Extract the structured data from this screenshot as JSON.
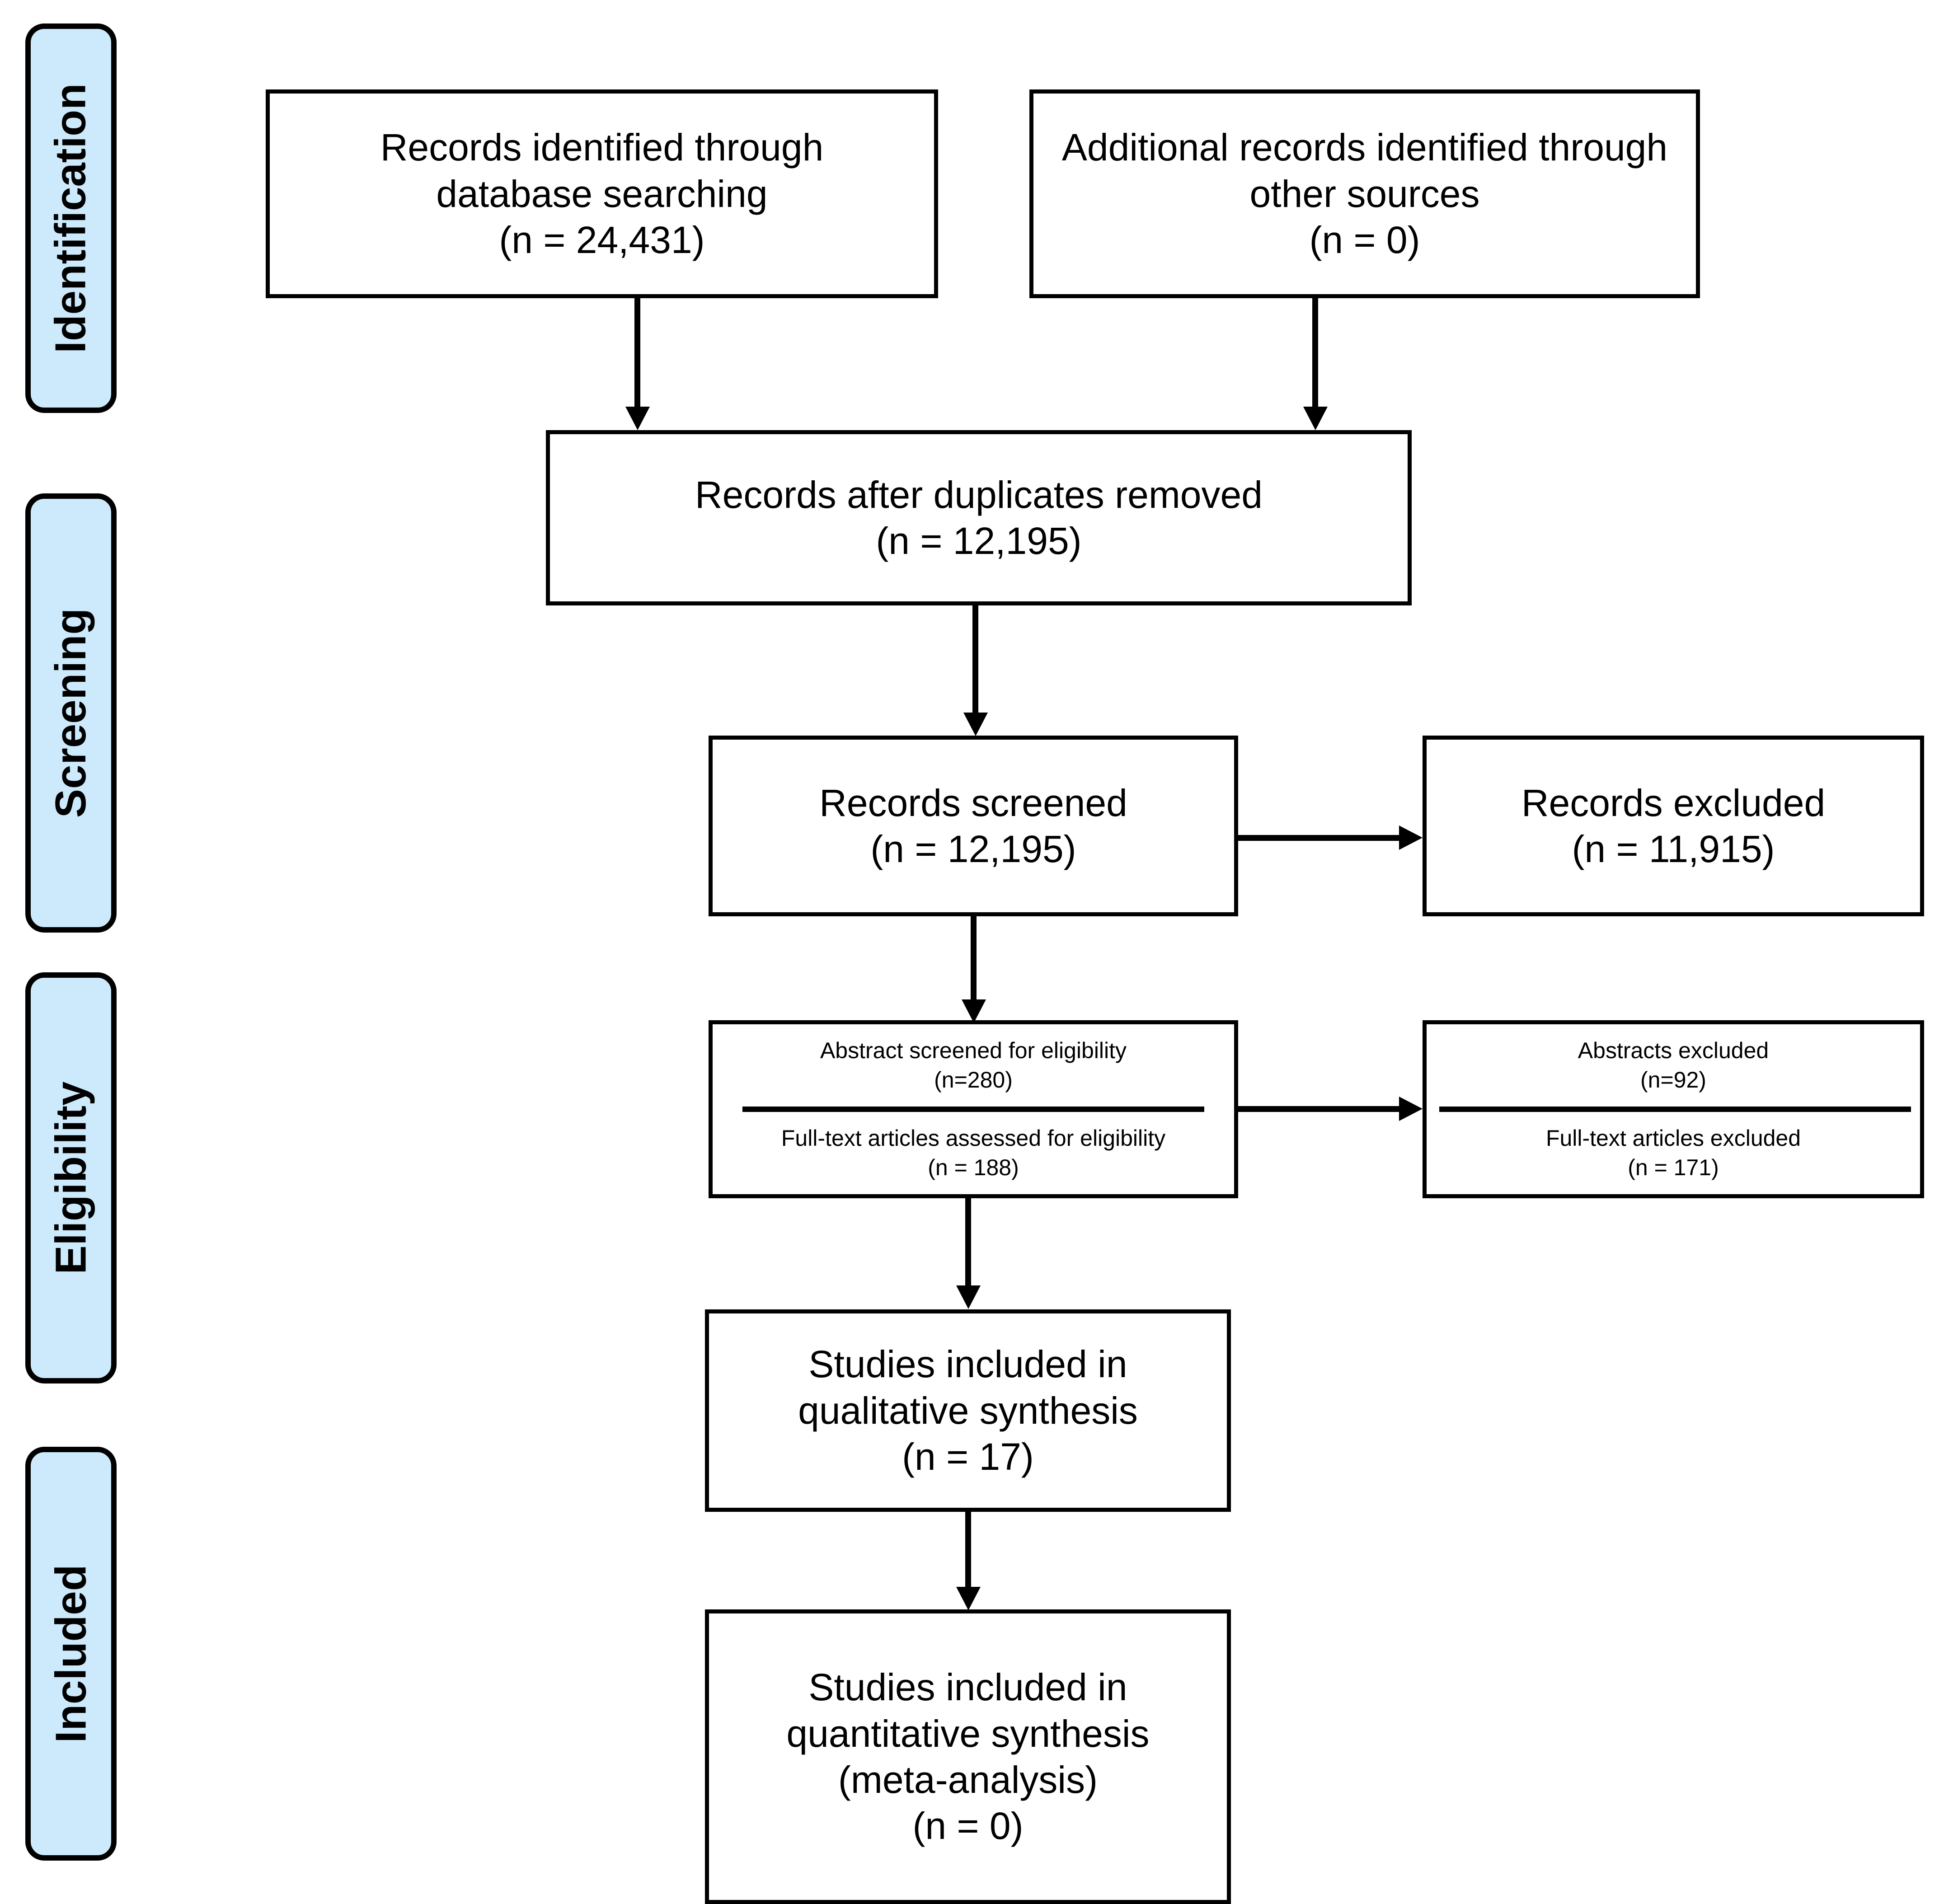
{
  "diagram": {
    "type": "prisma-flow-diagram",
    "accent_color": "#CCEAFB",
    "line_color": "#000000",
    "background_color": "#FFFFFF"
  },
  "stages": [
    {
      "label": "Identification"
    },
    {
      "label": "Screening"
    },
    {
      "label": "Eligibility"
    },
    {
      "label": "Included"
    }
  ],
  "boxes": {
    "db_search": {
      "line1": "Records identified through",
      "line2": "database searching",
      "line3": "(n = 24,431)"
    },
    "other_sources": {
      "line1": "Additional records identified through",
      "line2": "other sources",
      "line3": "(n = 0)"
    },
    "dedup": {
      "line1": "Records after duplicates removed",
      "line2": "(n = 12,195)"
    },
    "screened": {
      "line1": "Records screened",
      "line2": "(n = 12,195)"
    },
    "records_excluded": {
      "line1": "Records excluded",
      "line2": "(n = 11,915)"
    },
    "eligibility_assessed": {
      "top_line1": "Abstract screened for eligibility",
      "top_line2": "(n=280)",
      "bottom_line1": "Full-text articles assessed for eligibility",
      "bottom_line2": "(n = 188)"
    },
    "eligibility_excluded": {
      "top_line1": "Abstracts excluded",
      "top_line2": "(n=92)",
      "bottom_line1": "Full-text articles excluded",
      "bottom_line2": "(n = 171)"
    },
    "qualitative": {
      "line1": "Studies included in",
      "line2": "qualitative synthesis",
      "line3": "(n = 17)"
    },
    "quantitative": {
      "line1": "Studies included in",
      "line2": "quantitative synthesis",
      "line3": "(meta-analysis)",
      "line4": "(n = 0)"
    }
  },
  "chart_data": {
    "type": "table",
    "title": "PRISMA flow diagram",
    "stages": [
      "Identification",
      "Screening",
      "Eligibility",
      "Included"
    ],
    "nodes": [
      {
        "stage": "Identification",
        "label": "Records identified through database searching",
        "n": 24431
      },
      {
        "stage": "Identification",
        "label": "Additional records identified through other sources",
        "n": 0
      },
      {
        "stage": "Screening",
        "label": "Records after duplicates removed",
        "n": 12195
      },
      {
        "stage": "Screening",
        "label": "Records screened",
        "n": 12195
      },
      {
        "stage": "Screening",
        "label": "Records excluded",
        "n": 11915
      },
      {
        "stage": "Eligibility",
        "label": "Abstract screened for eligibility",
        "n": 280
      },
      {
        "stage": "Eligibility",
        "label": "Abstracts excluded",
        "n": 92
      },
      {
        "stage": "Eligibility",
        "label": "Full-text articles assessed for eligibility",
        "n": 188
      },
      {
        "stage": "Eligibility",
        "label": "Full-text articles excluded",
        "n": 171
      },
      {
        "stage": "Included",
        "label": "Studies included in qualitative synthesis",
        "n": 17
      },
      {
        "stage": "Included",
        "label": "Studies included in quantitative synthesis (meta-analysis)",
        "n": 0
      }
    ]
  }
}
